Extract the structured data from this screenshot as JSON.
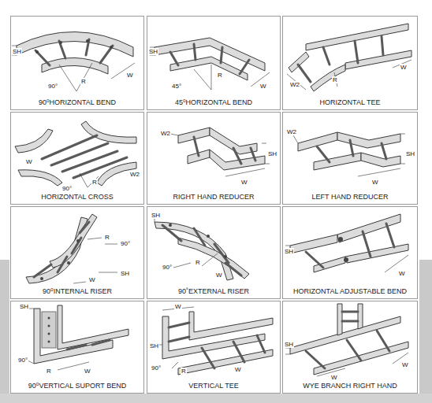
{
  "diagram": {
    "nodes": [
      {
        "text": [
          "90⁰HORIZONTAL BEND"
        ]
      },
      {
        "text": [
          "45⁰HORIZONTAL BEND"
        ]
      },
      {
        "text": [
          "HORIZONTAL TEE"
        ]
      },
      {
        "text": [
          "HORIZONTAL CROSS"
        ]
      },
      {
        "text": [
          "RIGHT HAND REDUCER"
        ]
      },
      {
        "text": [
          "LEFT HAND REDUCER"
        ]
      },
      {
        "text": [
          "90⁰INTERNAL RISER"
        ]
      },
      {
        "text": [
          "90˚EXTERNAL RISER"
        ]
      },
      {
        "text": [
          "HORIZONTAL ADJUSTABLE BEND"
        ]
      },
      {
        "text": [
          "90⁰VERTICAL SUPORT BEND"
        ]
      },
      {
        "text": [
          "VERTICAL TEE"
        ]
      },
      {
        "text": [
          "WYE BRANCH RIGHT HAND"
        ]
      }
    ],
    "labels": [
      "SH",
      "90°",
      "R",
      "W",
      "SH",
      "R",
      "45°",
      "W",
      "W2",
      "R",
      "W",
      "W",
      "90°",
      "R",
      "W2",
      "W2",
      "SH",
      "W",
      "W2",
      "SH",
      "W",
      "R",
      "90°",
      "SH",
      "W",
      "SH",
      "90°",
      "R",
      "W",
      "SH",
      "W",
      "SH",
      "90°",
      "R",
      "W",
      "W",
      "SH",
      "90°",
      "R",
      "W",
      "SH",
      "W",
      "W"
    ]
  }
}
